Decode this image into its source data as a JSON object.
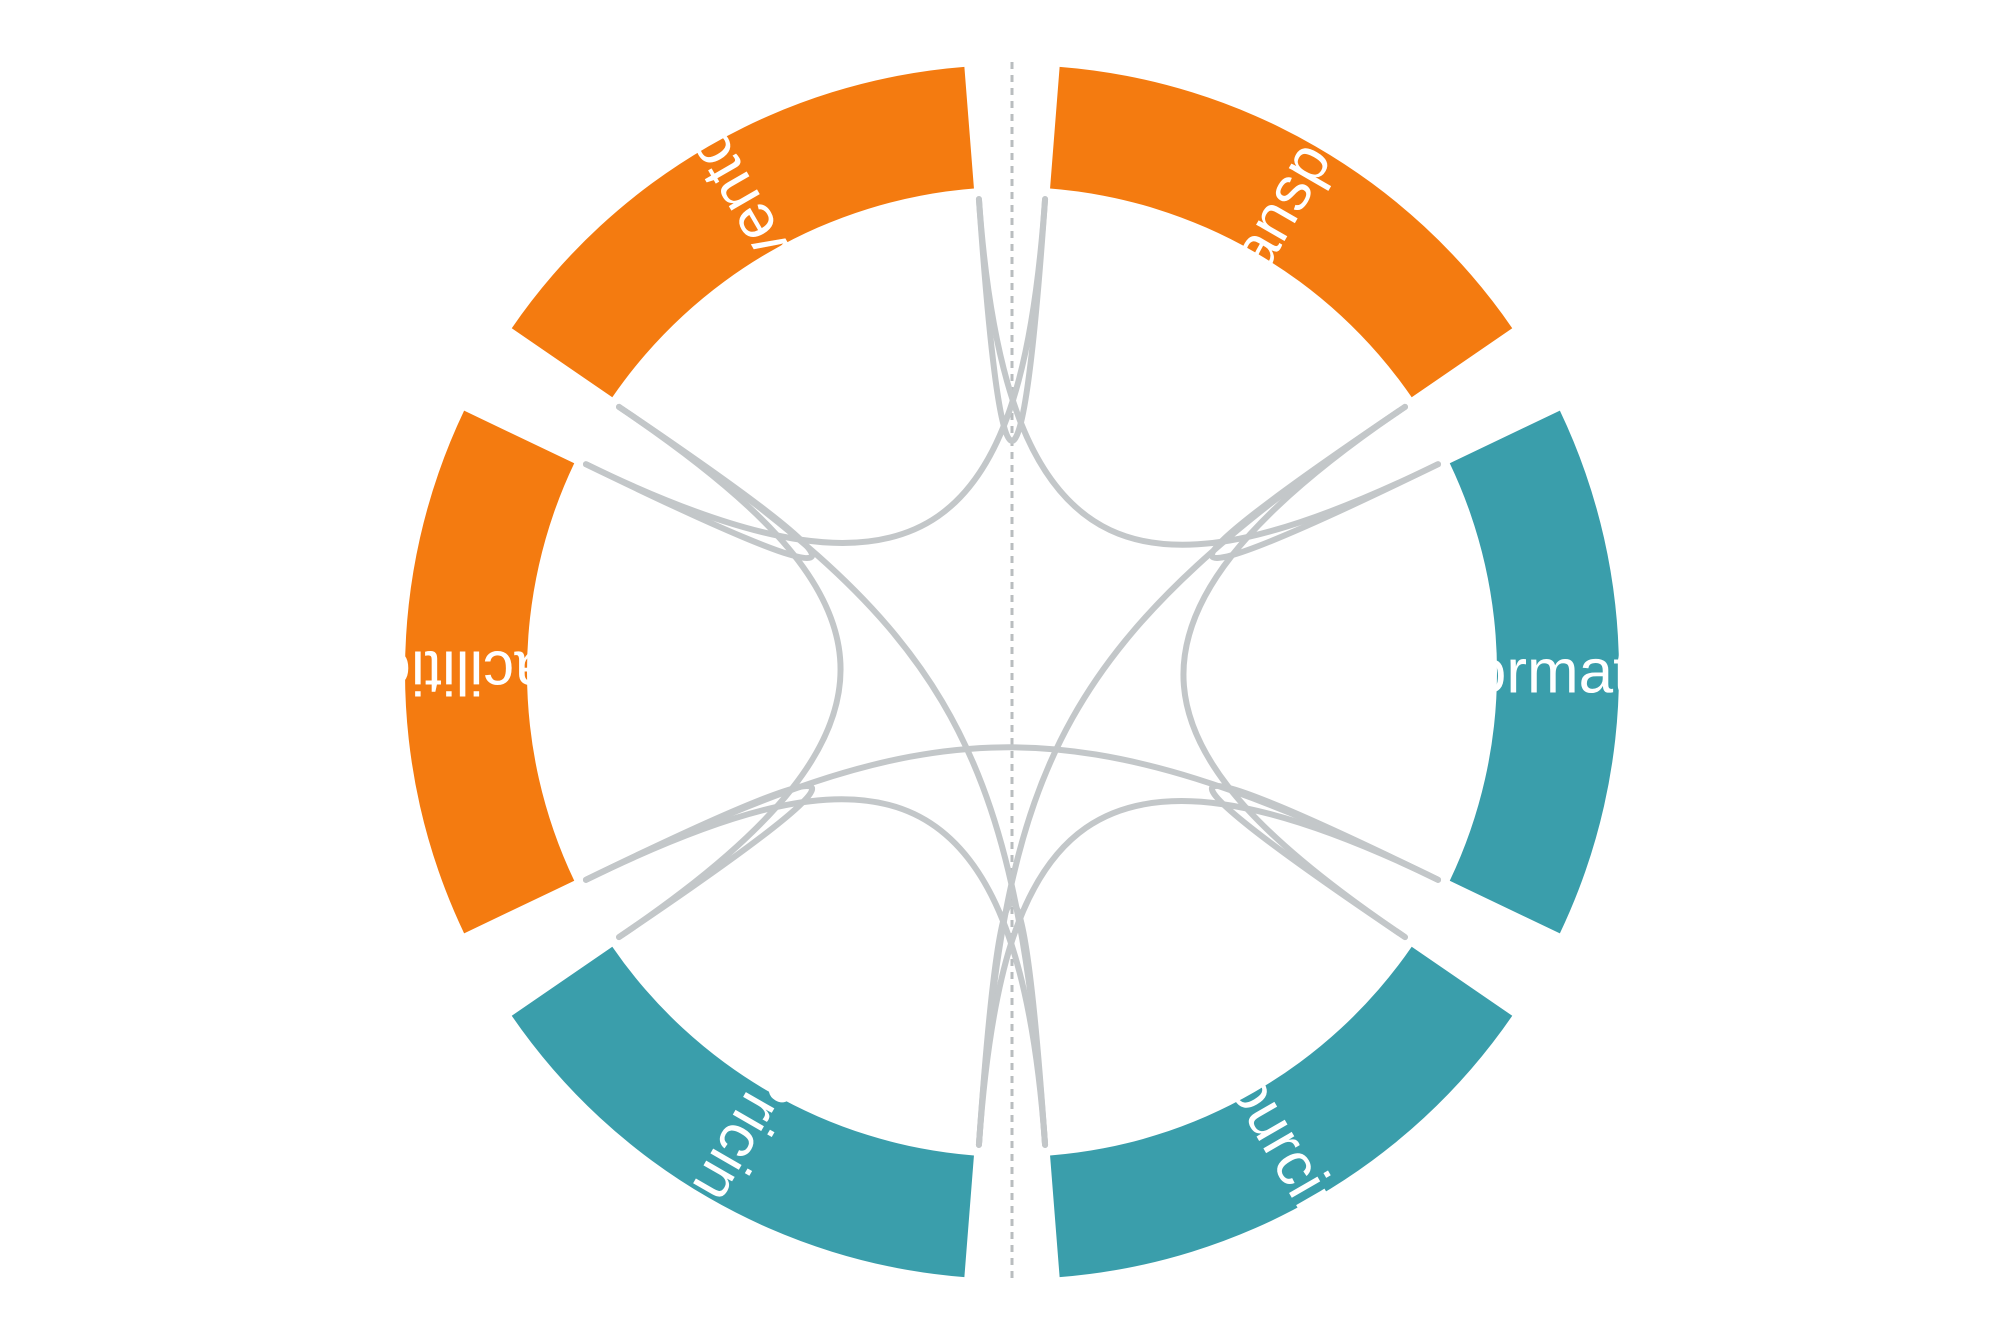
{
  "colors": {
    "left_group": "#f47b10",
    "right_group": "#3a9eab",
    "connector": "#c3c7c9",
    "divider": "#b9bdbf",
    "background": "#ffffff"
  },
  "segments": [
    {
      "id": "transport",
      "label": "Transport",
      "group": "left"
    },
    {
      "id": "information",
      "label": "Information",
      "group": "right"
    },
    {
      "id": "sourcing",
      "label": "Sourcing",
      "group": "right"
    },
    {
      "id": "pricing",
      "label": "Pricing",
      "group": "right"
    },
    {
      "id": "facilities",
      "label": "Facilities",
      "group": "left"
    },
    {
      "id": "inventory",
      "label": "Inventory",
      "group": "left"
    }
  ]
}
